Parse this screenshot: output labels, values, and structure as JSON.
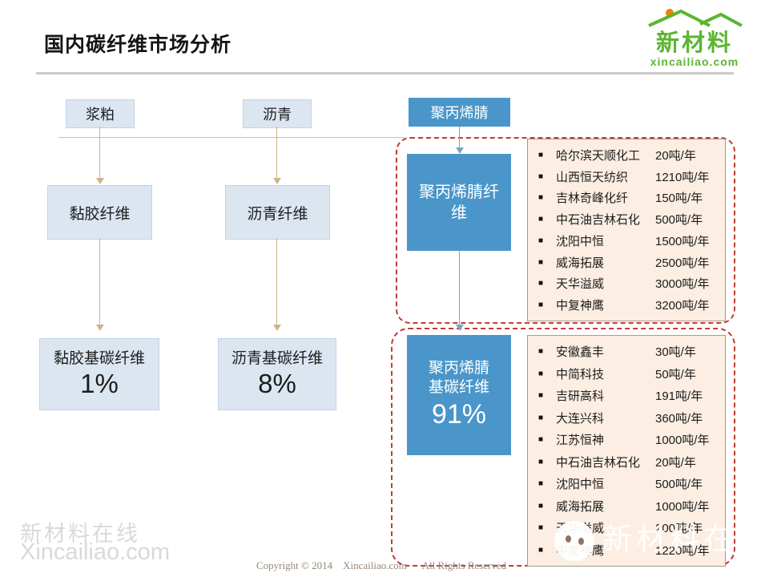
{
  "slide": {
    "title": "国内碳纤维市场分析",
    "copyright": "Copyright © 2014    Xincailiao.com      All Rights Reserved"
  },
  "logo": {
    "name": "新材料",
    "domain": "xincailiao.com"
  },
  "flow": {
    "col1": {
      "source": "浆粕",
      "fiber": "黏胶纤维",
      "carbon": "黏胶基碳纤维",
      "share": "1%"
    },
    "col2": {
      "source": "沥青",
      "fiber": "沥青纤维",
      "carbon": "沥青基碳纤维",
      "share": "8%"
    },
    "col3": {
      "source": "聚丙烯腈",
      "fiber": "聚丙烯腈纤维",
      "carbon": "聚丙烯腈基碳纤维",
      "share": "91%"
    }
  },
  "precursor_capacity_list": [
    {
      "company": "哈尔滨天顺化工",
      "capacity": "20吨/年"
    },
    {
      "company": "山西恒天纺织",
      "capacity": "1210吨/年"
    },
    {
      "company": "吉林奇峰化纤",
      "capacity": "150吨/年"
    },
    {
      "company": "中石油吉林石化",
      "capacity": "500吨/年"
    },
    {
      "company": "沈阳中恒",
      "capacity": "1500吨/年"
    },
    {
      "company": "威海拓展",
      "capacity": "2500吨/年"
    },
    {
      "company": "天华溢威",
      "capacity": "3000吨/年"
    },
    {
      "company": "中复神鹰",
      "capacity": "3200吨/年"
    }
  ],
  "carbon_capacity_list": [
    {
      "company": "安徽鑫丰",
      "capacity": "30吨/年"
    },
    {
      "company": "中简科技",
      "capacity": "50吨/年"
    },
    {
      "company": "吉研高科",
      "capacity": "191吨/年"
    },
    {
      "company": "大连兴科",
      "capacity": "360吨/年"
    },
    {
      "company": "江苏恒神",
      "capacity": "1000吨/年"
    },
    {
      "company": "中石油吉林石化",
      "capacity": "20吨/年"
    },
    {
      "company": "沈阳中恒",
      "capacity": "500吨/年"
    },
    {
      "company": "威海拓展",
      "capacity": "1000吨/年"
    },
    {
      "company": "天华溢威",
      "capacity": "200吨/年"
    },
    {
      "company": "中复神鹰",
      "capacity": "1220吨/年"
    }
  ],
  "watermarks": {
    "bottom_left_cn": "新材料在线",
    "bottom_left_en": "Xincailiao.com",
    "bottom_right": "新材料在线"
  },
  "colors": {
    "accent_blue": "#4a96ca",
    "light_box": "#dce6f1",
    "list_bg": "#fceee2",
    "dashed_red": "#c5392f",
    "logo_green": "#5cb531",
    "arrow_tan": "#cdb488"
  }
}
